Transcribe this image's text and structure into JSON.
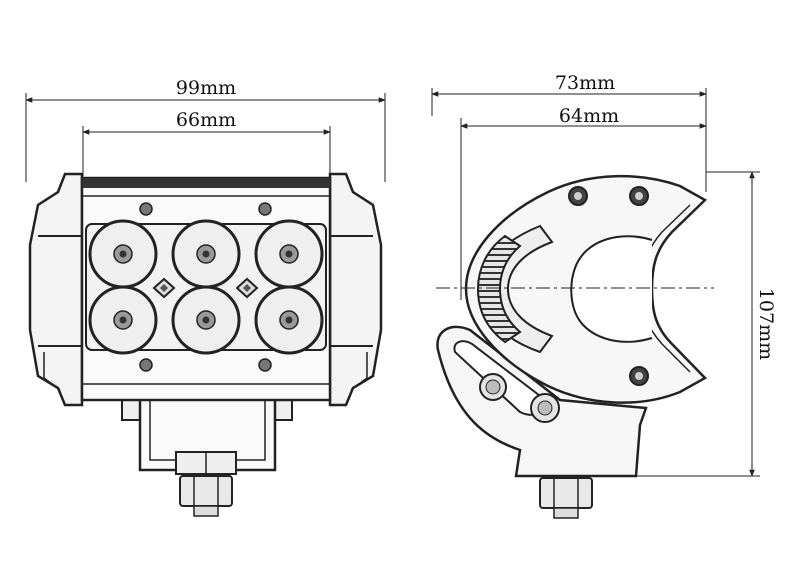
{
  "front_view": {
    "overall_width": "99mm",
    "inner_width": "66mm"
  },
  "side_view": {
    "overall_depth": "73mm",
    "inner_depth": "64mm",
    "height": "107mm"
  }
}
